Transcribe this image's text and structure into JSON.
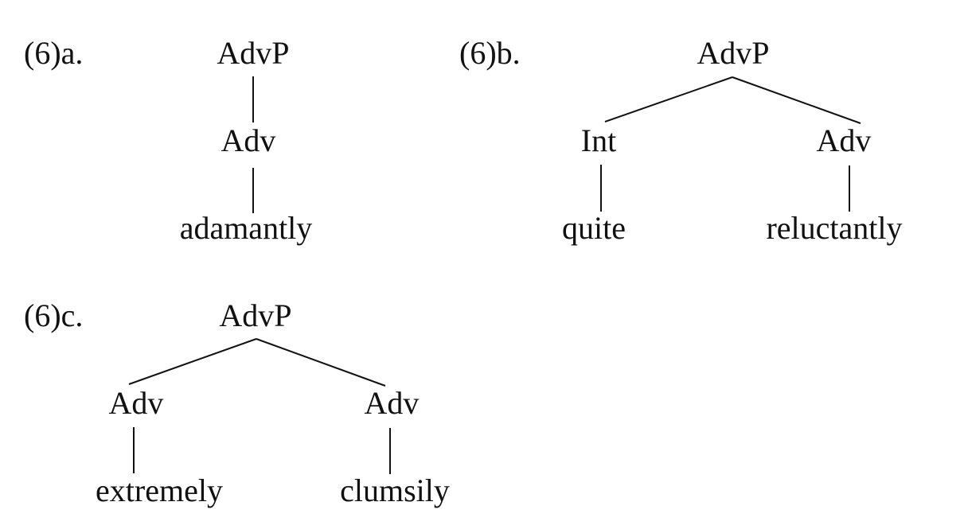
{
  "trees": [
    {
      "id": "a",
      "label": "(6)a.",
      "root": "AdvP",
      "children": [
        {
          "category": "Adv",
          "word": "adamantly"
        }
      ]
    },
    {
      "id": "b",
      "label": "(6)b.",
      "root": "AdvP",
      "children": [
        {
          "category": "Int",
          "word": "quite"
        },
        {
          "category": "Adv",
          "word": "reluctantly"
        }
      ]
    },
    {
      "id": "c",
      "label": "(6)c.",
      "root": "AdvP",
      "children": [
        {
          "category": "Adv",
          "word": "extremely"
        },
        {
          "category": "Adv",
          "word": "clumsily"
        }
      ]
    }
  ]
}
